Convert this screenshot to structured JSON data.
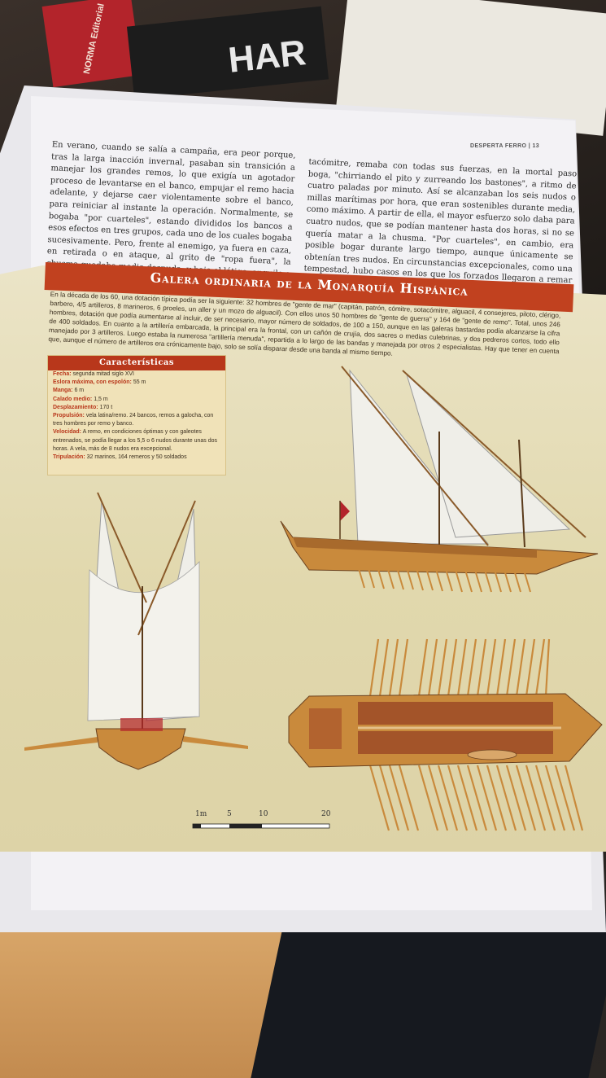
{
  "background": {
    "book_spine": "NORMA Editorial",
    "magazine_text": "HAR"
  },
  "header": {
    "magazine": "DESPERTA FERRO",
    "page_number": "13"
  },
  "text": {
    "left_column": "En verano, cuando se salía a campaña, era peor porque, tras la larga inacción invernal, pasaban sin transición a manejar los grandes remos, lo que exigía un agotador proceso de levantarse en el banco, empujar el remo hacia adelante, y dejarse caer violentamente sobre el banco, para reiniciar al instante la operación. Normalmente, se bogaba \"por cuarteles\", estando divididos los bancos a esos efectos en tres grupos, cada uno de los cuales bogaba sucesivamente. Pero, frente al enemigo, ya fuera en caza, en retirada o en ataque, al grito de \"ropa fuera\", la chusma quedaba medio desnuda, y bajo el látigo, anguila o corbacho del cómitre o del so-",
    "right_column": "tacómitre, remaba con todas sus fuerzas, en la mortal paso boga, \"chirriando el pito y zurreando los bastones\", a ritmo de cuatro paladas por minuto. Así se alcanzaban los seis nudos o millas marítimas por hora, que eran sostenibles durante media, como máximo. A partir de ella, el mayor esfuerzo solo daba para cuatro nudos, que se podían mantener hasta dos horas, si no se quería matar a la chusma. \"Por cuarteles\", en cambio, era posible bogar durante largo tiempo, aunque únicamente se obtenían tres nudos. En circunstancias excepcionales, como una tempestad, hubo casos en los que los forzados llegaron a remar once horas seguidas, avanzando solo cinco"
  },
  "infographic": {
    "title": "Galera ordinaria de la Monarquía Hispánica",
    "intro": "En la década de los 60, una dotación típica podía ser la siguiente: 32 hombres de \"gente de mar\" (capitán, patrón, cómitre, sotacómitre, alguacil, 4 consejeres, piloto, clérigo, barbero, 4/5 artilleros, 8 marineros, 6 proeles, un aller y un mozo de alguacil). Con ellos unos 50 hombres de \"gente de guerra\" y 164 de \"gente de remo\". Total, unos 246 hombres, dotación que podía aumentarse al incluir, de ser necesario, mayor número de soldados, de 100 a 150, aunque en las galeras bastardas podía alcanzarse la cifra de 400 soldados. En cuanto a la artillería embarcada, la principal era la frontal, con un cañón de crujía, dos sacres o medias culebrinas, y dos pedreros cortos, todo ello manejado por 3 artilleros. Luego estaba la numerosa \"artillería menuda\", repartida a lo largo de las bandas y manejada por otros 2 especialistas. Hay que tener en cuenta que, aunque el número de artilleros era crónicamente bajo, solo se solía disparar desde una banda al mismo tiempo.",
    "specs": {
      "heading": "Características",
      "rows": [
        {
          "k": "Fecha:",
          "v": "segunda mitad siglo XVI"
        },
        {
          "k": "Eslora máxima, con espolón:",
          "v": "55 m"
        },
        {
          "k": "Manga:",
          "v": "6 m"
        },
        {
          "k": "Calado medio:",
          "v": "1,5 m"
        },
        {
          "k": "Desplazamiento:",
          "v": "170 t"
        },
        {
          "k": "Propulsión:",
          "v": "vela latina/remo. 24 bancos, remos a galocha, con tres hombres por remo y banco."
        },
        {
          "k": "Velocidad:",
          "v": "A remo, en condiciones óptimas y con galeotes entrenados, se podía llegar a los 5,5 o 6 nudos durante unas dos horas. A vela, más de 8 nudos era excepcional."
        },
        {
          "k": "Tripulación:",
          "v": "32 marinos, 164 remeros y 50 soldados"
        }
      ]
    },
    "scale": {
      "labels": [
        "1m",
        "5",
        "10",
        "20"
      ]
    },
    "colors": {
      "accent": "#c1411f",
      "panel": "#e1d8ad",
      "hull": "#c98a3c",
      "sail": "#f1f0ea"
    }
  }
}
